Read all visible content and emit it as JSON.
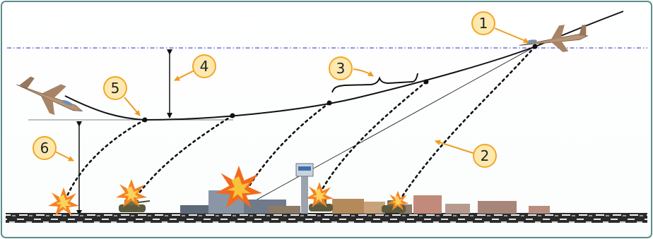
{
  "diagram": {
    "callouts": [
      {
        "id": "callout-1",
        "label": "1"
      },
      {
        "id": "callout-2",
        "label": "2"
      },
      {
        "id": "callout-3",
        "label": "3"
      },
      {
        "id": "callout-4",
        "label": "4"
      },
      {
        "id": "callout-5",
        "label": "5"
      },
      {
        "id": "callout-6",
        "label": "6"
      }
    ],
    "colors": {
      "frame": "#5b8c8c",
      "callout_fill": "#fde9b0",
      "callout_stroke": "#f5a623",
      "arrow": "#f39a1e",
      "reference_line": "#4a55d8",
      "trajectory": "#111111",
      "ground": "#1a1a1a"
    },
    "icons": [
      "jet-aircraft-icon",
      "explosion-icon",
      "tank-icon",
      "control-tower-icon",
      "building-icon"
    ]
  }
}
